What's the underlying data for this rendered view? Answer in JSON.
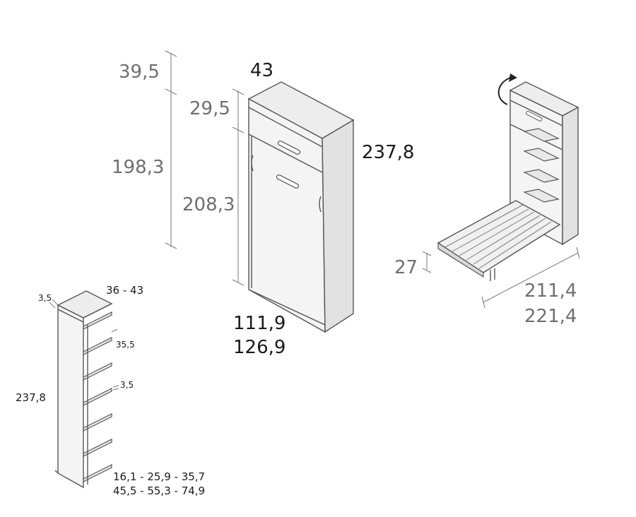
{
  "dimensions": {
    "top_height": "39,5",
    "inner_height": "198,3",
    "depth": "43",
    "drawer_height": "29,5",
    "door_height": "208,3",
    "total_height": "237,8",
    "width_a": "111,9",
    "width_b": "126,9",
    "bed_height": "27",
    "bed_length_a": "211,4",
    "bed_length_b": "221,4"
  },
  "shelf_unit": {
    "depth": "36 - 43",
    "panel_thickness": "3,5",
    "shelf_depth": "35,5",
    "shelf_thickness": "3,5",
    "height": "237,8",
    "shelf_spacings_line1": "16,1 - 25,9 - 35,7",
    "shelf_spacings_line2": "45,5 - 55,3 - 74,9"
  },
  "colors": {
    "grey_text": "#6f6f6f",
    "black_text": "#1a1a1a",
    "line": "#7a7a7a"
  }
}
